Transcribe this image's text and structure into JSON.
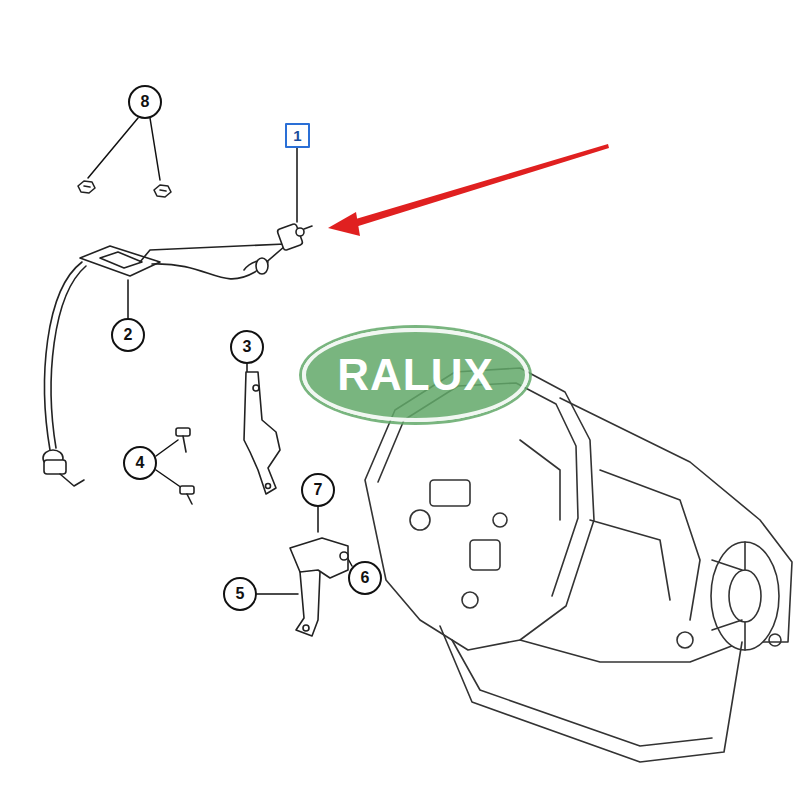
{
  "diagram": {
    "nodes": [
      {
        "text": [
          "8"
        ]
      },
      {
        "text": [
          "1"
        ]
      },
      {
        "text": [
          "2"
        ]
      },
      {
        "text": [
          "3"
        ]
      },
      {
        "text": [
          "4"
        ]
      },
      {
        "text": [
          "7"
        ]
      },
      {
        "text": [
          "6"
        ]
      },
      {
        "text": [
          "5"
        ]
      }
    ],
    "labels": [
      "RALUX"
    ]
  }
}
